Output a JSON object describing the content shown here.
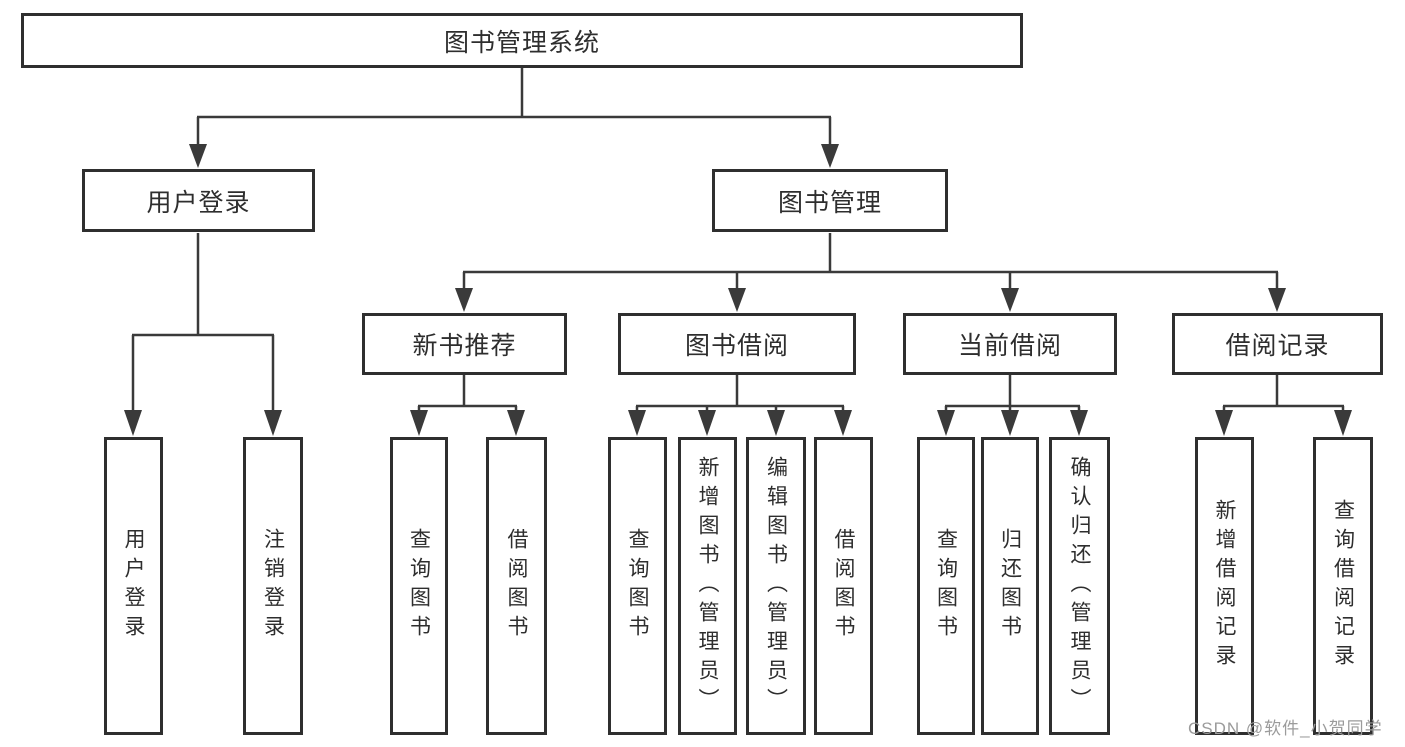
{
  "nodes": {
    "root": "图书管理系统",
    "user_login": "用户登录",
    "book_management": "图书管理",
    "new_book_recommend": "新书推荐",
    "book_borrow": "图书借阅",
    "current_borrow": "当前借阅",
    "borrow_records": "借阅记录",
    "leaves": {
      "user_login_1": "用户登录",
      "user_login_2": "注销登录",
      "new_book_1": "查询图书",
      "new_book_2": "借阅图书",
      "borrow_1": "查询图书",
      "borrow_2": "新增图书（管理员）",
      "borrow_3": "编辑图书（管理员）",
      "borrow_4": "借阅图书",
      "current_1": "查询图书",
      "current_2": "归还图书",
      "current_3": "确认归还（管理员）",
      "records_1": "新增借阅记录",
      "records_2": "查询借阅记录"
    }
  },
  "watermark": "CSDN @软件_小贺同学",
  "colors": {
    "line": "#3a3a3a",
    "border": "#2f2f2f",
    "text": "#2e2e2e",
    "watermark": "#9b9b9b",
    "background": "#ffffff"
  }
}
